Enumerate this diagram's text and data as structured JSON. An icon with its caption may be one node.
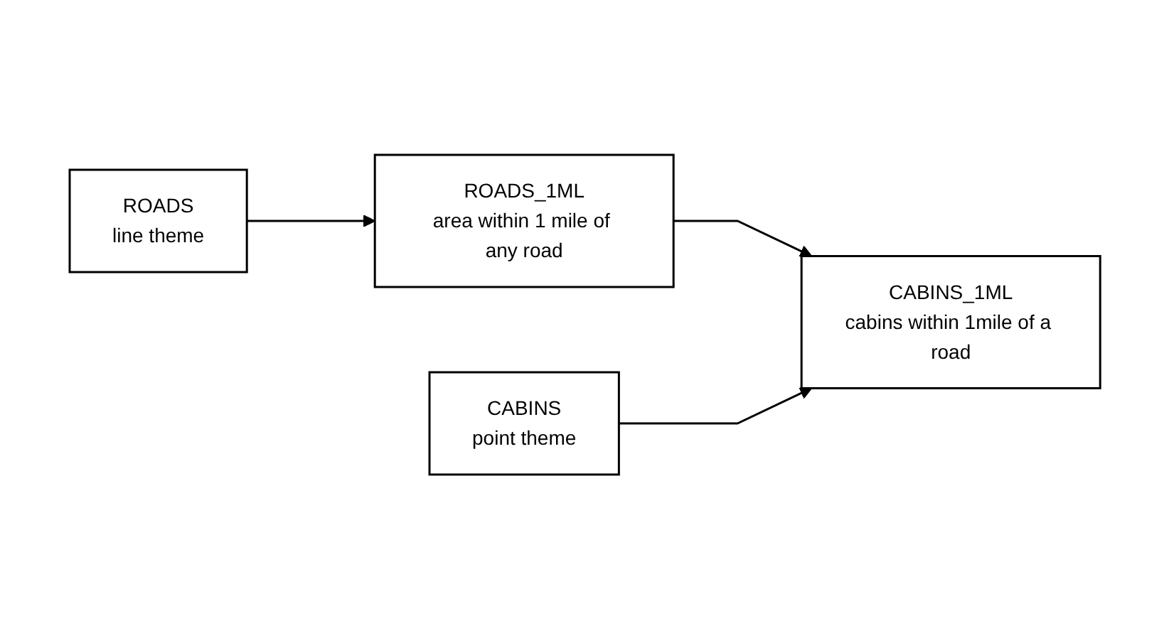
{
  "diagram": {
    "nodes": [
      {
        "text": [
          "ROADS",
          "line theme"
        ]
      },
      {
        "text": [
          "ROADS_1ML",
          "area within 1 mile of any road"
        ]
      },
      {
        "text": [
          "CABINS",
          "point theme"
        ]
      },
      {
        "text": [
          "CABINS_1ML",
          "cabins within 1mile of a road"
        ]
      }
    ],
    "edges": [
      {
        "from": 0,
        "to": 1,
        "arrow": "to"
      },
      {
        "from": 1,
        "to": 3,
        "arrow": "to"
      },
      {
        "from": 2,
        "to": 3,
        "arrow": "to"
      }
    ]
  }
}
